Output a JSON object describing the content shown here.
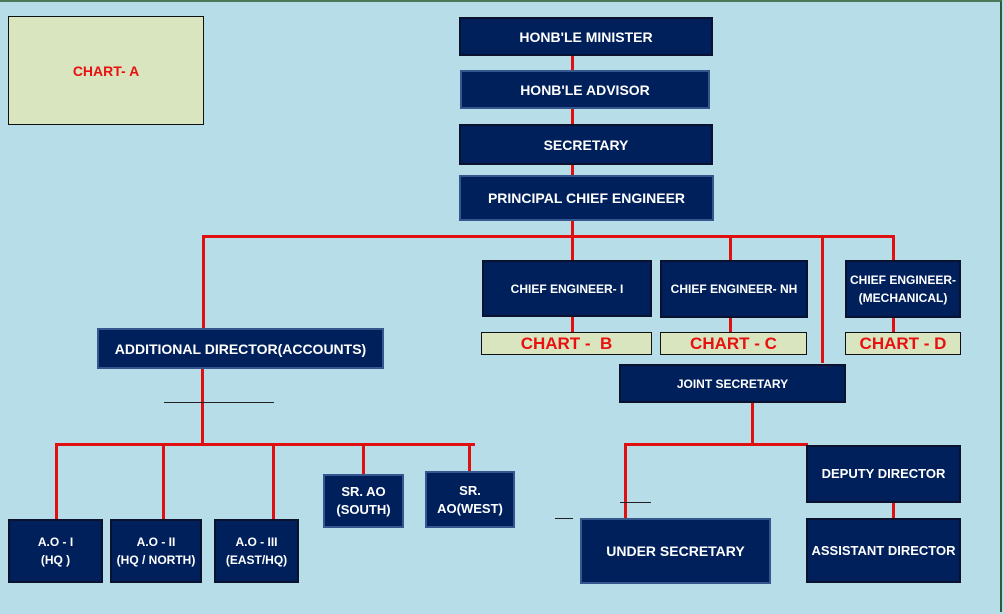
{
  "chart_a": "CHART- A",
  "top": {
    "minister": "HONB'LE MINISTER",
    "advisor": "HONB'LE ADVISOR",
    "secretary": "SECRETARY",
    "pce": "PRINCIPAL CHIEF ENGINEER"
  },
  "engineers": {
    "ce1": "CHIEF ENGINEER- I",
    "ce_nh": "CHIEF ENGINEER- NH",
    "ce_mech_line1": "CHIEF ENGINEER-",
    "ce_mech_line2": "(MECHANICAL)",
    "chart_b": "CHART -  B",
    "chart_c": "CHART - C",
    "chart_d": "CHART - D"
  },
  "accounts": {
    "additional_director": "ADDITIONAL DIRECTOR(ACCOUNTS)",
    "ao1_line1": "A.O - I",
    "ao1_line2": "(HQ )",
    "ao2_line1": "A.O - II",
    "ao2_line2": "(HQ / NORTH)",
    "ao3_line1": "A.O - III",
    "ao3_line2": "(EAST/HQ)",
    "sr_south_line1": "SR. AO",
    "sr_south_line2": "(SOUTH)",
    "sr_west_line1": "SR.",
    "sr_west_line2": "AO(WEST)"
  },
  "admin": {
    "joint_secretary": "JOINT SECRETARY",
    "under_secretary": "UNDER SECRETARY",
    "deputy_director": "DEPUTY DIRECTOR",
    "assistant_director": "ASSISTANT DIRECTOR"
  }
}
